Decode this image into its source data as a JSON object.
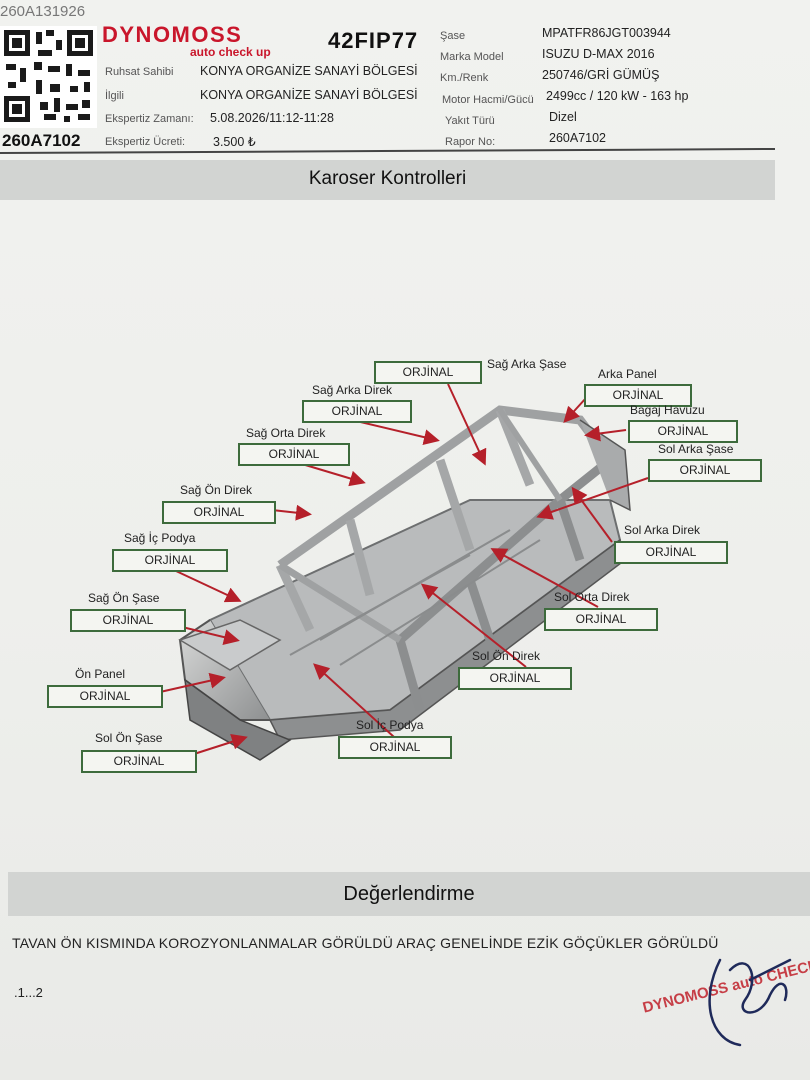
{
  "header": {
    "top_number": "260A131926",
    "brand_name": "DYNOMOSS",
    "brand_tagline": "auto check up",
    "plate": "42FIP77",
    "report_code": "260A7102",
    "left_fields": [
      {
        "label": "Ruhsat Sahibi",
        "value": "KONYA ORGANİZE SANAYİ BÖLGESİ"
      },
      {
        "label": "İlgili",
        "value": "KONYA ORGANİZE SANAYİ BÖLGESİ"
      },
      {
        "label": "Ekspertiz Zamanı:",
        "value": "5.08.2026/11:12-11:28"
      },
      {
        "label": "Ekspertiz Ücreti:",
        "value": "3.500 ₺"
      }
    ],
    "right_fields": [
      {
        "label": "Şase",
        "value": "MPATFR86JGT003944"
      },
      {
        "label": "Marka Model",
        "value": "ISUZU D-MAX 2016"
      },
      {
        "label": "Km./Renk",
        "value": "250746/GRİ GÜMÜŞ"
      },
      {
        "label": "Motor Hacmi/Gücü",
        "value": "2499cc / 120 kW - 163 hp"
      },
      {
        "label": "Yakıt Türü",
        "value": "Dizel"
      },
      {
        "label": "Rapor No:",
        "value": "260A7102"
      }
    ]
  },
  "body_section": {
    "title": "Karoser Kontrolleri",
    "callouts": [
      {
        "name": "Sağ Arka Şase",
        "status": "ORJİNAL"
      },
      {
        "name": "Arka Panel",
        "status": "ORJİNAL"
      },
      {
        "name": "Sağ Arka Direk",
        "status": "ORJİNAL"
      },
      {
        "name": "Bagaj Havuzu",
        "status": "ORJİNAL"
      },
      {
        "name": "Sağ Orta Direk",
        "status": "ORJİNAL"
      },
      {
        "name": "Sol Arka Şase",
        "status": "ORJİNAL"
      },
      {
        "name": "Sağ Ön Direk",
        "status": "ORJİNAL"
      },
      {
        "name": "Sol Arka Direk",
        "status": "ORJİNAL"
      },
      {
        "name": "Sağ İç Podya",
        "status": "ORJİNAL"
      },
      {
        "name": "Sol Orta Direk",
        "status": "ORJİNAL"
      },
      {
        "name": "Sağ Ön Şase",
        "status": "ORJİNAL"
      },
      {
        "name": "Sol Ön Direk",
        "status": "ORJİNAL"
      },
      {
        "name": "Ön Panel",
        "status": "ORJİNAL"
      },
      {
        "name": "Sol İç Podya",
        "status": "ORJİNAL"
      },
      {
        "name": "Sol Ön Şase",
        "status": "ORJİNAL"
      }
    ]
  },
  "evaluation": {
    "title": "Değerlendirme",
    "text": "TAVAN ÖN KISMINDA KOROZYONLANMALAR GÖRÜLDÜ ARAÇ GENELİNDE EZİK GÖÇÜKLER GÖRÜLDÜ",
    "note": ".1...2"
  },
  "stamp": {
    "text": "DYNOMOSS auto CHECK UP"
  },
  "colors": {
    "brand_red": "#c9162b",
    "box_border": "#3d6b3c",
    "arrow": "#b5202a",
    "band": "#d2d4d2"
  }
}
